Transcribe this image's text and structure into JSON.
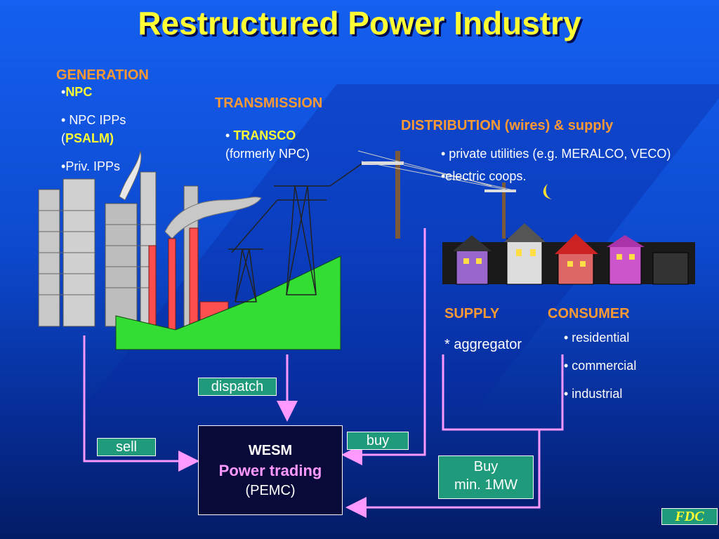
{
  "title": "Restructured Power Industry",
  "generation": {
    "heading": "GENERATION",
    "items": [
      {
        "bullet": "•",
        "text": "NPC"
      },
      {
        "bullet": "• ",
        "text": "NPC IPPs (",
        "strong": "PSALM",
        "tail": ")"
      },
      {
        "bullet": "•",
        "text": "Priv. IPPs"
      }
    ]
  },
  "transmission": {
    "heading": "TRANSMISSION",
    "bullet": "• ",
    "strong": "TRANSCO",
    "note": "(formerly NPC)"
  },
  "distribution": {
    "heading": "DISTRIBUTION (wires) & supply",
    "items": [
      "• private utilities (e.g. MERALCO, VECO)",
      "•electric coops."
    ]
  },
  "supply": {
    "heading": "SUPPLY",
    "item": "* aggregator"
  },
  "consumer": {
    "heading": "CONSUMER",
    "items": [
      "• residential",
      "• commercial",
      "• industrial"
    ]
  },
  "labels": {
    "dispatch": "dispatch",
    "sell": "sell",
    "buy": "buy",
    "buy_min_line1": "Buy",
    "buy_min_line2": "min. 1MW"
  },
  "wesm": {
    "line1": "WESM",
    "line2": "Power trading",
    "line3": "(PEMC)"
  },
  "footer": "FDC",
  "colors": {
    "title": "#ffff33",
    "heading": "#ff9933",
    "arrow": "#ff99ff",
    "label_box": "#1f9a7a",
    "wesm_accent": "#ff99ff"
  }
}
